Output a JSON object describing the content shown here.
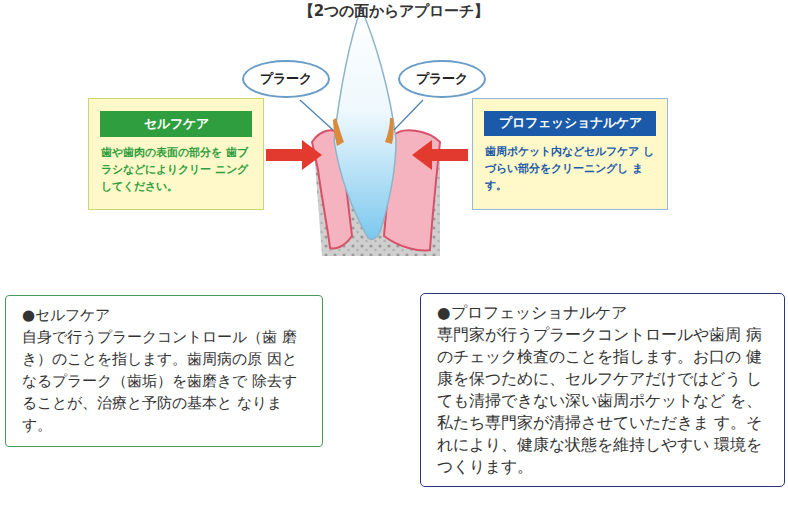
{
  "diagram": {
    "title": "【2つの面からアプローチ】",
    "nodes": [
      {
        "text": [
          "プラーク"
        ]
      },
      {
        "text": [
          "プラーク"
        ]
      },
      {
        "text": [
          "歯や歯肉の表面の部分を 歯ブラシなどによりクリー ニングしてください。"
        ]
      },
      {
        "text": [
          "セルフケア"
        ],
        "in": 2
      },
      {
        "text": [
          "歯周ポケット内などセルフケア しづらい部分をクリーニングし ます。"
        ]
      },
      {
        "text": [
          "プロフェッショナルケア"
        ],
        "in": 4
      },
      {
        "text": [
          "●セルフケア",
          "自身で行うプラークコントロール（歯 磨き）のことを指します。歯周病の原 因となるプラーク（歯垢）を歯磨きで 除去することが、治療と予防の基本と なります。"
        ]
      },
      {
        "text": [
          "●プロフェッショナルケア",
          "専門家が行うプラークコントロールや歯周 病のチェック検査のことを指します。お口の 健康を保つために、セルフケアだけではどう しても清掃できない深い歯周ポケットなど を、私たち専門家が清掃させていただきま す。それにより、健康な状態を維持しやすい 環境をつくります。"
        ]
      }
    ]
  }
}
